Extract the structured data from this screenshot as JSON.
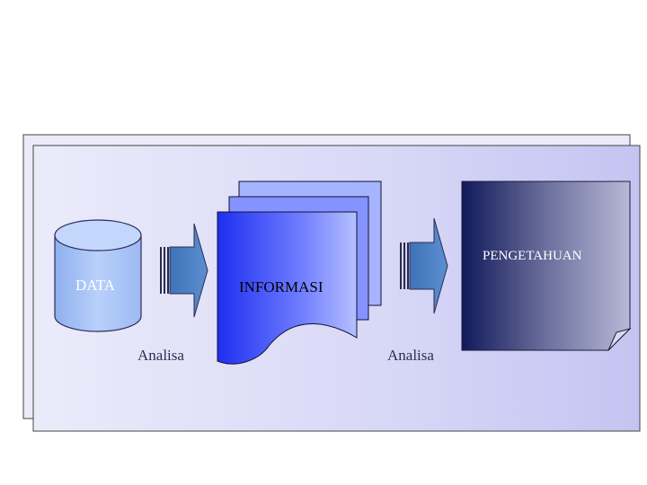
{
  "nodes": {
    "data": {
      "label": "DATA"
    },
    "informasi": {
      "label": "INFORMASI"
    },
    "pengetahuan": {
      "label": "PENGETAHUAN"
    }
  },
  "processes": [
    {
      "label": "Analisa"
    },
    {
      "label": "Analisa"
    }
  ],
  "colors": {
    "panel_light": "#ebebfa",
    "panel_dark": "#c0c0f0",
    "cylinder": "#a9c4f5",
    "arrow": "#4a7fc0",
    "document_start": "#1e32f0",
    "document_end": "#b4beff",
    "knowledge_start": "#121a5c",
    "knowledge_end": "#b9bbd9"
  }
}
